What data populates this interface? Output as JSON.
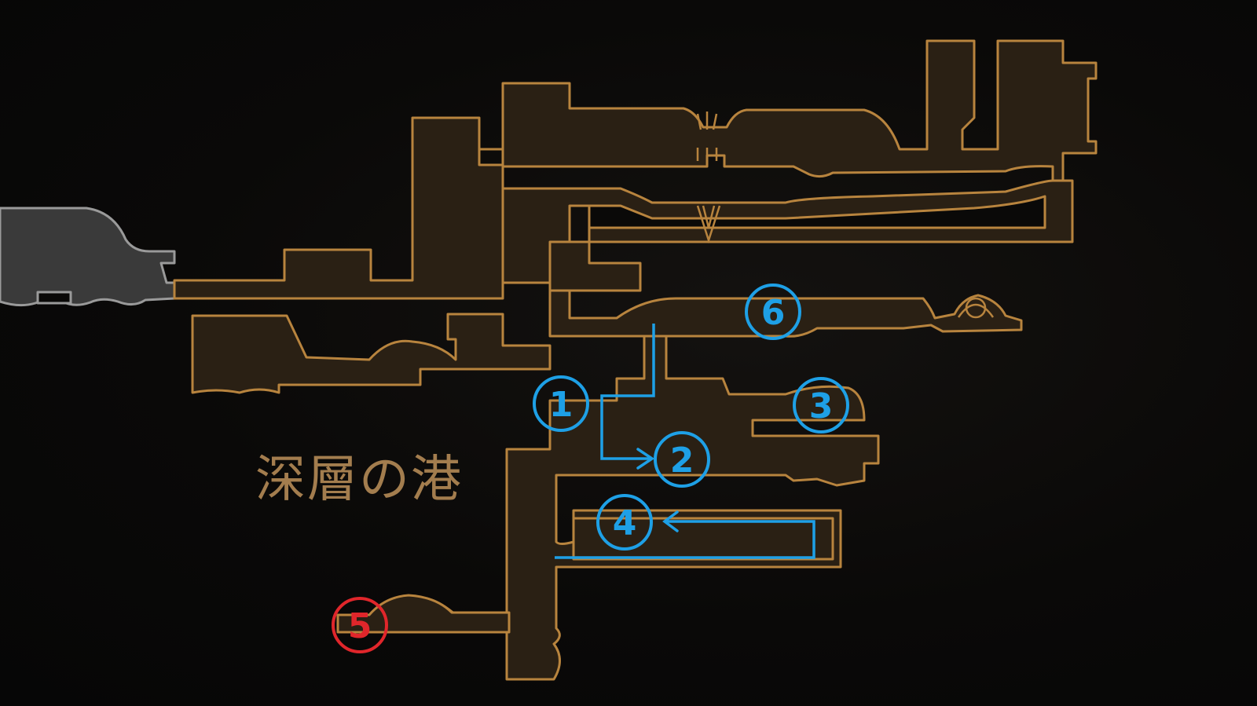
{
  "area": {
    "name": "深層の港"
  },
  "markers": [
    {
      "id": "1",
      "label": "1",
      "color": "#1ea0e6"
    },
    {
      "id": "2",
      "label": "2",
      "color": "#1ea0e6"
    },
    {
      "id": "3",
      "label": "3",
      "color": "#1ea0e6"
    },
    {
      "id": "4",
      "label": "4",
      "color": "#1ea0e6"
    },
    {
      "id": "5",
      "label": "5",
      "color": "#e0262b"
    },
    {
      "id": "6",
      "label": "6",
      "color": "#1ea0e6"
    }
  ],
  "colors": {
    "room_fill": "#2a2014",
    "room_outline": "#b8843e",
    "explored_fill": "#3a3a3a",
    "route": "#1ea0e6",
    "highlight_marker": "#e0262b",
    "area_label": "#a37d4e"
  }
}
